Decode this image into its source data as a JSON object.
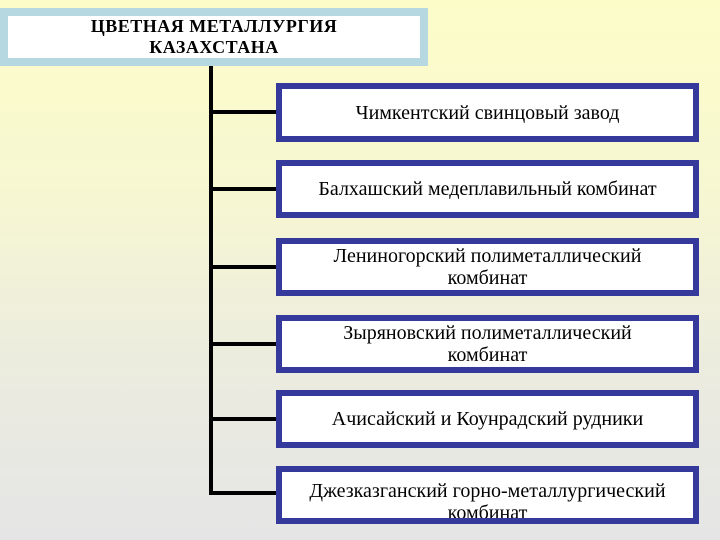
{
  "slide": {
    "title": "ЦВЕТНАЯ МЕТАЛЛУРГИЯ КАЗАХСТАНА"
  },
  "diagram": {
    "items": [
      {
        "label": "Чимкентский свинцовый завод"
      },
      {
        "label": "Балхашский медеплавильный комбинат"
      },
      {
        "label": "Лениногорский полиметаллический комбинат"
      },
      {
        "label": "Зыряновский полиметаллический комбинат"
      },
      {
        "label": "Ачисайский и Коунрадский рудники"
      },
      {
        "label": "Джезказганский горно-металлургический комбинат"
      }
    ]
  },
  "colors": {
    "background_top": "#FCFCC9",
    "background_bottom": "#E5E5E6",
    "title_box_border": "#B5D8E1",
    "title_box_fill": "#FFFFFF",
    "node_border": "#35399B",
    "node_fill": "#FFFFFF",
    "connector_line": "#000000",
    "text": "#000000"
  }
}
